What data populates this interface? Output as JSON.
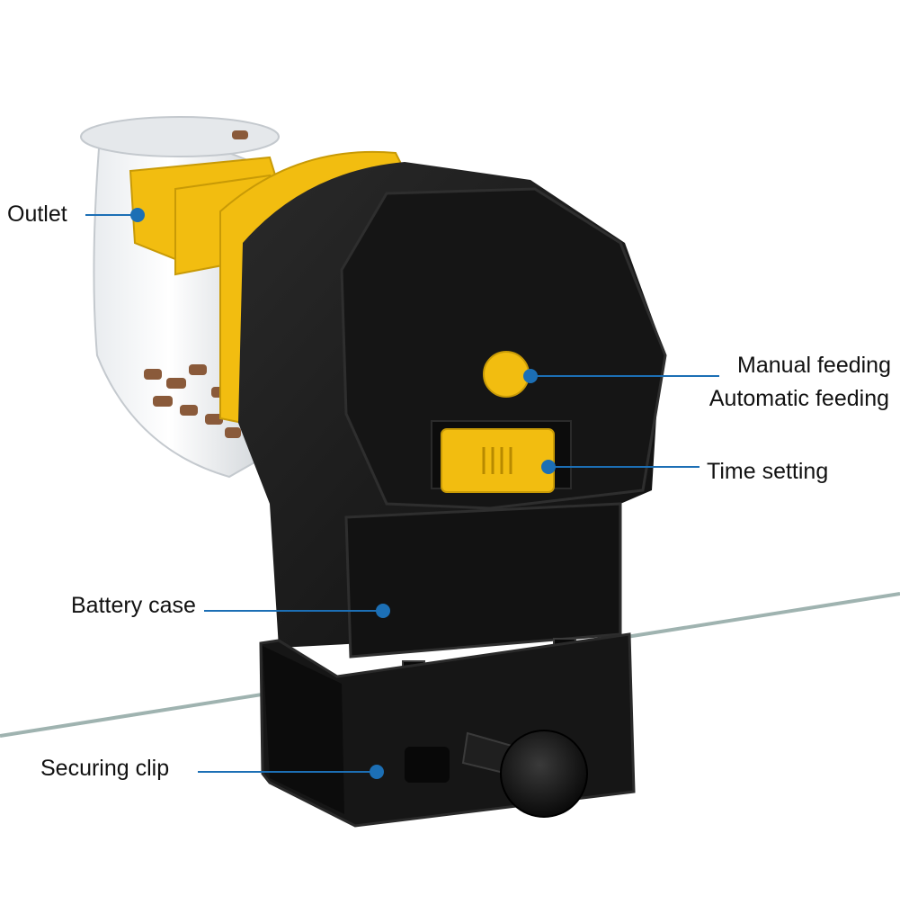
{
  "labels": {
    "outlet": "Outlet",
    "manual_feeding": "Manual feeding",
    "automatic_feeding": "Automatic feeding",
    "time_setting": "Time setting",
    "battery_case": "Battery case",
    "securing_clip": "Securing clip"
  },
  "colors": {
    "body": "#1a1a1a",
    "accent_yellow": "#f2bd10",
    "leader_line": "#1c6fb5",
    "callout_dot": "#1c6fb5"
  }
}
